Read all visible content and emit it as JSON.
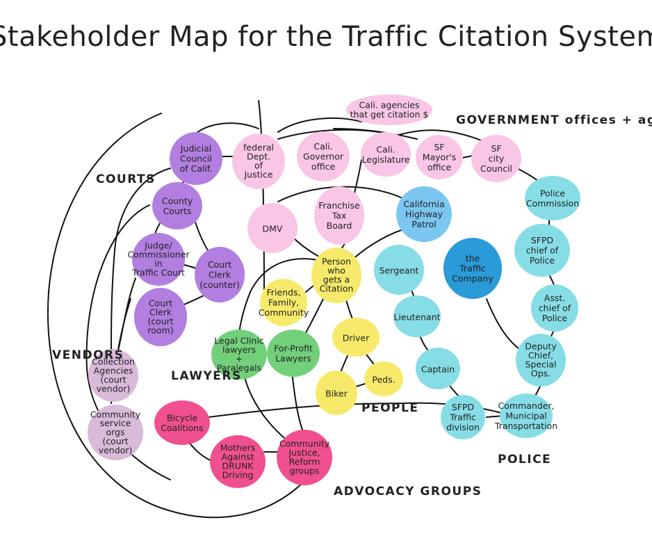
{
  "title": "Stakeholder Map for the Traffic Citation System",
  "colors": {
    "government": "#f9c6e6",
    "courts": "#b27ee0",
    "police": "#86dde6",
    "highway_patrol": "#7cc6f2",
    "traffic_company": "#2a9ad8",
    "people": "#f7ea6b",
    "lawyers": "#72d07a",
    "advocacy": "#f0508f",
    "vendors": "#d9bbd9",
    "line": "#111111"
  },
  "groups": {
    "courts": "COURTS",
    "government": "GOVERNMENT offices + agencies",
    "vendors": "VENDORS",
    "lawyers": "LAWYERS",
    "people": "PEOPLE",
    "police": "POLICE",
    "advocacy": "ADVOCACY GROUPS"
  },
  "nodes": {
    "cali_agencies": [
      "Cali. agencies",
      "that get citation $"
    ],
    "judicial_council": [
      "Judicial",
      "Council",
      "of Calif."
    ],
    "federal_doj": [
      "federal",
      "Dept.",
      "of",
      "Justice"
    ],
    "cali_governor": [
      "Cali.",
      "Governor",
      "office"
    ],
    "cali_legislature": [
      "Cali.",
      "Legislature"
    ],
    "sf_mayor": [
      "SF",
      "Mayor's",
      "office"
    ],
    "sf_council": [
      "SF",
      "city",
      "Council"
    ],
    "county_courts": [
      "County",
      "Courts"
    ],
    "dmv": [
      "DMV"
    ],
    "franchise_tax": [
      "Franchise",
      "Tax",
      "Board"
    ],
    "chp": [
      "California",
      "Highway",
      "Patrol"
    ],
    "police_commission": [
      "Police",
      "Commission"
    ],
    "judge": [
      "Judge/",
      "Commissioner",
      "in",
      "Traffic Court"
    ],
    "court_clerk_counter": [
      "Court",
      "Clerk",
      "(counter)"
    ],
    "person_citation": [
      "Person",
      "who",
      "gets a",
      "Citation"
    ],
    "sergeant": [
      "Sergeant"
    ],
    "traffic_company": [
      "the",
      "Traffic",
      "Company"
    ],
    "sfpd_chief": [
      "SFPD",
      "chief of",
      "Police"
    ],
    "friends_family": [
      "Friends,",
      "Family,",
      "Community"
    ],
    "court_clerk_room": [
      "Court",
      "Clerk",
      "(court",
      "room)"
    ],
    "lieutenant": [
      "Lieutenant"
    ],
    "asst_chief": [
      "Asst.",
      "chief of",
      "Police"
    ],
    "driver": [
      "Driver"
    ],
    "legal_clinic": [
      "Legal Clinic",
      "lawyers",
      "+",
      "Paralegals"
    ],
    "for_profit": [
      "For-Profit",
      "Lawyers"
    ],
    "peds": [
      "Peds."
    ],
    "captain": [
      "Captain"
    ],
    "deputy_chief": [
      "Deputy",
      "Chief,",
      "Special",
      "Ops."
    ],
    "collection_agencies": [
      "Collection",
      "Agencies",
      "(court",
      "vendor)"
    ],
    "biker": [
      "Biker"
    ],
    "community_service": [
      "Community",
      "service",
      "orgs",
      "(court",
      "vendor)"
    ],
    "bicycle_coalitions": [
      "Bicycle",
      "Coalitions"
    ],
    "sfpd_traffic": [
      "SFPD",
      "Traffic",
      "division"
    ],
    "commander": [
      "Commander,",
      "Municipal",
      "Transportation"
    ],
    "mothers_madd": [
      "Mothers",
      "Against",
      "DRUNK",
      "Driving"
    ],
    "community_justice": [
      "Community",
      "Justice,",
      "Reform",
      "groups"
    ]
  }
}
